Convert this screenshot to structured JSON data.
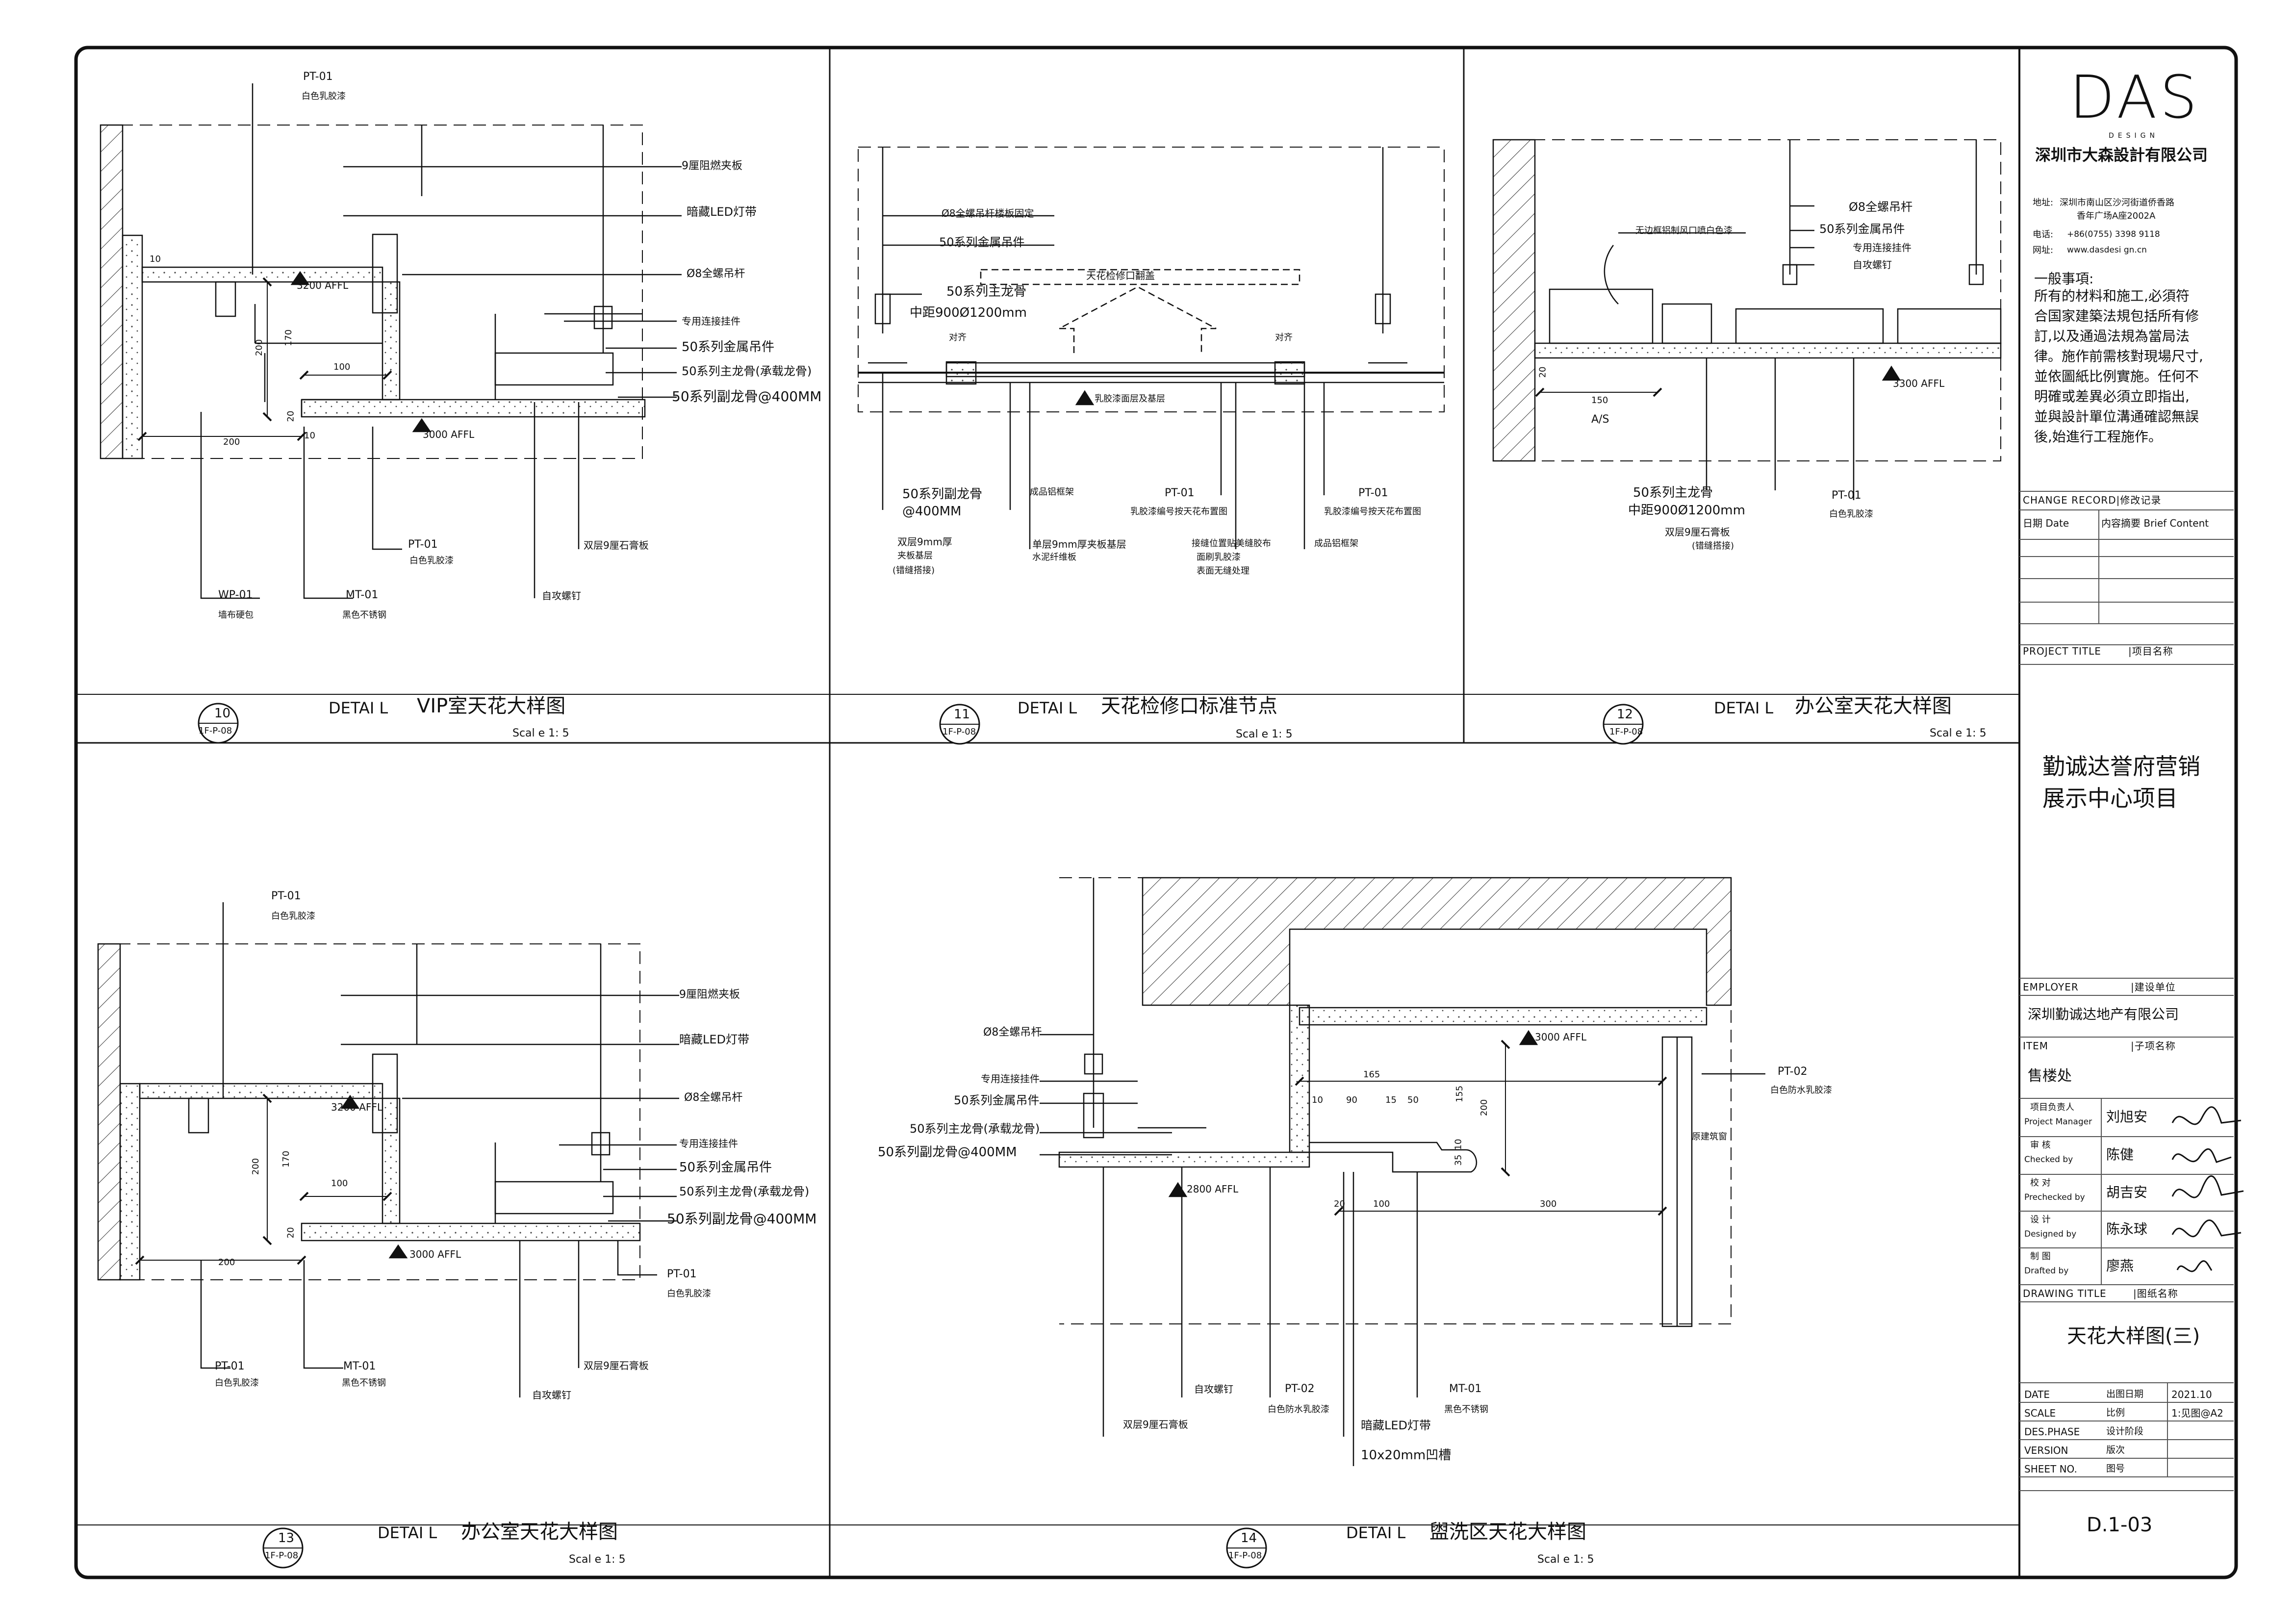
{
  "titleblock": {
    "logo": "DAS",
    "logo_sub": "DESIGN",
    "company": "深圳市大森設計有限公司",
    "address_label": "地址:",
    "address_line1": "深圳市南山区沙河街道侨香路",
    "address_line2": "香年广场A座2002A",
    "phone_label": "电话:",
    "phone": "+86(0755) 3398 9118",
    "web_label": "网址:",
    "web": "www.dasdesi gn.cn",
    "general_heading": "一般事項:",
    "general_lines": [
      "所有的材料和施工,必須符",
      "合国家建築法規包括所有修",
      "訂,以及通過法規為當局法",
      "律。施作前需核對現場尺寸,",
      "並依圖紙比例實施。任何不",
      "明確或差異必須立即指出,",
      "並與設計單位溝通確認無誤",
      "後,始進行工程施作。"
    ],
    "change_record": "CHANGE RECORD|修改记录",
    "date_col": "日期 Date",
    "content_col": "内容摘要  Brief Content",
    "project_title_label": "PROJECT TITLE",
    "project_title_cn": "|项目名称",
    "project_line1": "勤诚达誉府营销",
    "project_line2": "展示中心项目",
    "employer_label": "EMPLOYER",
    "employer_cn": "|建设单位",
    "employer": "深圳勤诚达地产有限公司",
    "item_label": "ITEM",
    "item_cn": "|子项名称",
    "item": "售楼处",
    "staff": [
      {
        "role_cn": "项目负责人",
        "role_en": "Project Manager",
        "name": "刘旭安"
      },
      {
        "role_cn": "审    核",
        "role_en": "Checked by",
        "name": "陈健"
      },
      {
        "role_cn": "校    对",
        "role_en": "Prechecked by",
        "name": "胡吉安"
      },
      {
        "role_cn": "设    计",
        "role_en": "Designed by",
        "name": "陈永球"
      },
      {
        "role_cn": "制    图",
        "role_en": "Drafted by",
        "name": "廖燕"
      }
    ],
    "drawing_title_label": "DRAWING TITLE",
    "drawing_title_cn": "|图纸名称",
    "drawing_title": "天花大样图(三)",
    "meta": [
      {
        "label": "DATE",
        "cn": "出图日期",
        "value": "2021.10"
      },
      {
        "label": "SCALE",
        "cn": "比例",
        "value": "1:见图@A2"
      },
      {
        "label": "DES.PHASE",
        "cn": "设计阶段",
        "value": ""
      },
      {
        "label": "VERSION",
        "cn": "版次",
        "value": ""
      },
      {
        "label": "SHEET NO.",
        "cn": "图号",
        "value": ""
      }
    ],
    "sheet_no": "D.1-03"
  },
  "details": [
    {
      "no": "10",
      "ref": "1F-P-08",
      "prefix": "DETAI L",
      "title": "VIP室天花大样图",
      "scale": "Scal e  1: 5"
    },
    {
      "no": "11",
      "ref": "1F-P-08",
      "prefix": "DETAI L",
      "title": "天花检修口标准节点",
      "scale": "Scal e  1: 5"
    },
    {
      "no": "12",
      "ref": "1F-P-08",
      "prefix": "DETAI L",
      "title": "办公室天花大样图",
      "scale": "Scal e  1: 5"
    },
    {
      "no": "13",
      "ref": "1F-P-08",
      "prefix": "DETAI L",
      "title": "办公室天花大样图",
      "scale": "Scal e  1: 5"
    },
    {
      "no": "14",
      "ref": "1F-P-08",
      "prefix": "DETAI L",
      "title": "盥洗区天花大样图",
      "scale": "Scal e  1: 5"
    }
  ],
  "d10": {
    "pt01_top": "PT-01",
    "pt01_top_desc": "白色乳胶漆",
    "board9": "9厘阻燃夹板",
    "led": "暗藏LED灯带",
    "rod8": "Ø8全螺吊杆",
    "hanger": "专用连接挂件",
    "metal_hanger": "50系列金属吊件",
    "main_keel": "50系列主龙骨(承载龙骨)",
    "sub_keel": "50系列副龙骨@400MM",
    "aff_top": "3200 AFFL",
    "aff_bot": "3000 AFFL",
    "d200a": "200",
    "d170": "170",
    "d100": "100",
    "d20": "20",
    "d10": "10",
    "d10b": "10",
    "d200b": "200",
    "pt01_mid": "PT-01",
    "pt01_mid_desc": "白色乳胶漆",
    "gypsum": "双层9厘石膏板",
    "screw": "自攻螺钉",
    "wp01": "WP-01",
    "wp01_desc": "墙布硬包",
    "mt01": "MT-01",
    "mt01_desc": "黑色不锈钢"
  },
  "d11": {
    "rod8": "Ø8全螺吊杆楼板固定",
    "metal_hanger": "50系列金属吊件",
    "main_keel": "50系列主龙骨",
    "main_keel2": "中距900Ø1200mm",
    "access": "天花检修口翻盖",
    "align1": "对齐",
    "align2": "对齐",
    "label_center": "乳胶漆面层及基层",
    "sub_keel": "50系列副龙骨",
    "sub_keel2": "@400MM",
    "board_a1": "双层9mm厚",
    "board_a2": "夹板基层",
    "board_a3": "(错缝搭接)",
    "frame": "成品铝框架",
    "board_b1": "单层9mm厚夹板基层",
    "board_b2": "水泥纤维板",
    "pt01_a": "PT-01",
    "pt01_a_desc": "乳胶漆编号按天花布置图",
    "seam1": "接缝位置贴美缝胶布",
    "seam2": "面刷乳胶漆",
    "seam3": "表面无缝处理",
    "pt01_b": "PT-01",
    "pt01_b_desc": "乳胶漆编号按天花布置图",
    "frame2": "成品铝框架"
  },
  "d12": {
    "vent": "无边框铝制风口喷白色漆",
    "rod8": "Ø8全螺吊杆",
    "metal_hanger": "50系列金属吊件",
    "hanger": "专用连接挂件",
    "screw": "自攻螺钉",
    "d20": "20",
    "d150": "150",
    "aff": "3300 AFFL",
    "av": "A/S",
    "main_keel": "50系列主龙骨",
    "main_keel2": "中距900Ø1200mm",
    "gypsum": "双层9厘石膏板",
    "gypsum2": "(错缝搭接)",
    "pt01": "PT-01",
    "pt01_desc": "白色乳胶漆"
  },
  "d13": {
    "pt01_top": "PT-01",
    "pt01_top_desc": "白色乳胶漆",
    "board9": "9厘阻燃夹板",
    "led": "暗藏LED灯带",
    "rod8": "Ø8全螺吊杆",
    "hanger": "专用连接挂件",
    "metal_hanger": "50系列金属吊件",
    "main_keel": "50系列主龙骨(承载龙骨)",
    "sub_keel": "50系列副龙骨@400MM",
    "aff_top": "3200 AFFL",
    "aff_bot": "3000 AFFL",
    "d200a": "200",
    "d170": "170",
    "d100": "100",
    "d20": "20",
    "d200b": "200",
    "pt01_r": "PT-01",
    "pt01_r_desc": "白色乳胶漆",
    "gypsum": "双层9厘石膏板",
    "screw": "自攻螺钉",
    "pt01_l": "PT-01",
    "pt01_l_desc": "白色乳胶漆",
    "mt01": "MT-01",
    "mt01_desc": "黑色不锈钢"
  },
  "d14": {
    "rod8": "Ø8全螺吊杆",
    "hanger": "专用连接挂件",
    "metal_hanger": "50系列金属吊件",
    "main_keel": "50系列主龙骨(承载龙骨)",
    "sub_keel": "50系列副龙骨@400MM",
    "aff_top": "3000 AFFL",
    "aff_bot": "2800 AFFL",
    "d165": "165",
    "d10": "10",
    "d90": "90",
    "d15": "15",
    "d50": "50",
    "d155": "155",
    "d200": "200",
    "d10v": "10",
    "d35": "35",
    "d20": "20",
    "d100": "100",
    "d300": "300",
    "pt02_r": "PT-02",
    "pt02_r_desc": "白色防水乳胶漆",
    "window": "原建筑窗",
    "screw": "自攻螺钉",
    "pt02_b": "PT-02",
    "pt02_b_desc": "白色防水乳胶漆",
    "mt01": "MT-01",
    "mt01_desc": "黑色不锈钢",
    "gypsum": "双层9厘石膏板",
    "led": "暗藏LED灯带",
    "groove": "10x20mm凹槽"
  }
}
